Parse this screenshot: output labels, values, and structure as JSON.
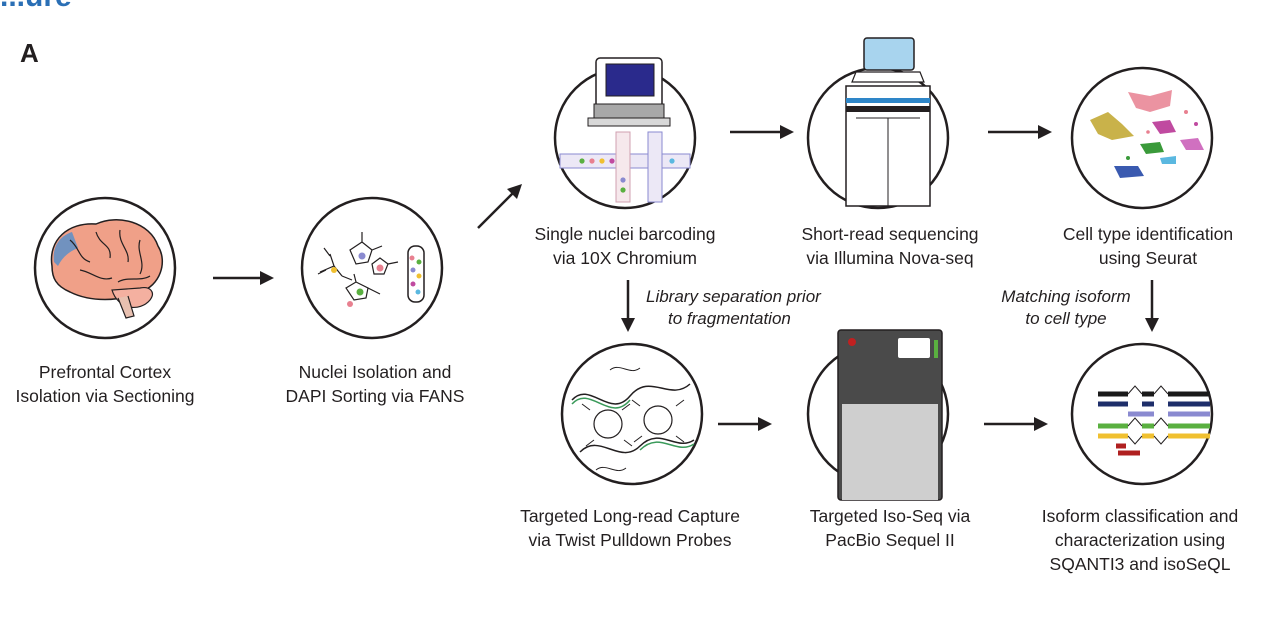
{
  "header_fragment": "...ure",
  "panel_letter": "A",
  "steps": [
    {
      "id": "cortex",
      "lines": [
        "Prefrontal Cortex",
        "Isolation via Sectioning"
      ]
    },
    {
      "id": "nuclei",
      "lines": [
        "Nuclei Isolation and",
        "DAPI Sorting via FANS"
      ]
    },
    {
      "id": "barcode",
      "lines": [
        "Single nuclei barcoding",
        "via 10X Chromium"
      ]
    },
    {
      "id": "shortread",
      "lines": [
        "Short-read sequencing",
        "via Illumina Nova-seq"
      ]
    },
    {
      "id": "celltype",
      "lines": [
        "Cell type identification",
        "using Seurat"
      ]
    },
    {
      "id": "capture",
      "lines": [
        "Targeted Long-read Capture",
        "via Twist Pulldown Probes"
      ]
    },
    {
      "id": "isoseq",
      "lines": [
        "Targeted Iso-Seq via",
        "PacBio Sequel II"
      ]
    },
    {
      "id": "isoform",
      "lines": [
        "Isoform classification and",
        "characterization using",
        "SQANTI3 and isoSeQL"
      ]
    }
  ],
  "annotations": {
    "library_separation": [
      "Library separation prior",
      "to fragmentation"
    ],
    "matching_isoform": [
      "Matching isoform",
      "to cell type"
    ]
  },
  "colors": {
    "ink": "#231f20",
    "brain": "#f0a088",
    "brain_blue": "#5b8fc9",
    "cerebellum": "#f4b0a0",
    "screen_blue": "#2a2a8c",
    "screen_light": "#a8d4ee",
    "nova_blue": "#2e86c8",
    "pacbio_dark": "#4a4a4a",
    "pacbio_grey": "#cfcfcf",
    "umap_yellow": "#c9b24a",
    "umap_pink": "#e88090",
    "umap_magenta": "#c04aa0",
    "umap_green": "#3a9a3a",
    "umap_blue": "#3a5ab0",
    "umap_cyan": "#5ab8e0",
    "iso_black": "#1a1a1a",
    "iso_navy": "#1e2e6a",
    "iso_lavender": "#8a8ad0",
    "iso_green": "#5ab040",
    "iso_yellow": "#f0c030",
    "iso_red": "#b02020"
  }
}
